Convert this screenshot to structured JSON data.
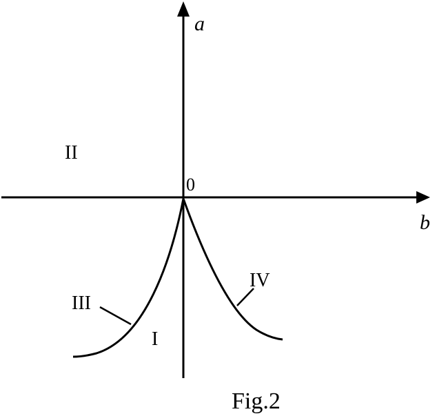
{
  "axes": {
    "vertical_label": "a",
    "horizontal_label": "b",
    "origin_label": "0"
  },
  "regions": {
    "region_1": "I",
    "region_2": "II"
  },
  "curves": {
    "curve_3": "III",
    "curve_4": "IV"
  },
  "caption": "Fig.2",
  "colors": {
    "ink": "#000000",
    "background": "#ffffff"
  }
}
